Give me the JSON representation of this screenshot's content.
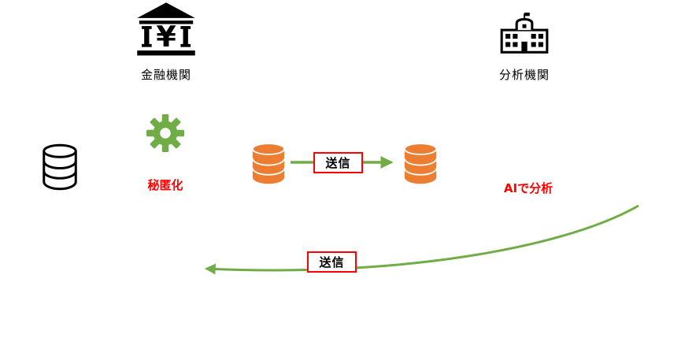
{
  "diagram": {
    "nodes": {
      "bank": {
        "label": "金融機関",
        "icon": "bank-icon"
      },
      "analysis": {
        "label": "分析機関",
        "icon": "school-icon"
      },
      "source_database": {
        "icon": "database-icon"
      },
      "anonymized_database": {
        "icon": "database-icon"
      },
      "received_database": {
        "icon": "database-icon"
      }
    },
    "labels": {
      "anonymize": "秘匿化",
      "ai_analysis": "AIで分析",
      "send_forward": "送信",
      "send_return": "送信"
    },
    "colors": {
      "background": "#FFFFFF",
      "arrow_green": "#70AD47",
      "gear_green": "#70AD47",
      "db_orange": "#ED7D31",
      "accent_red": "#FF0000",
      "icon_black": "#000000"
    }
  }
}
